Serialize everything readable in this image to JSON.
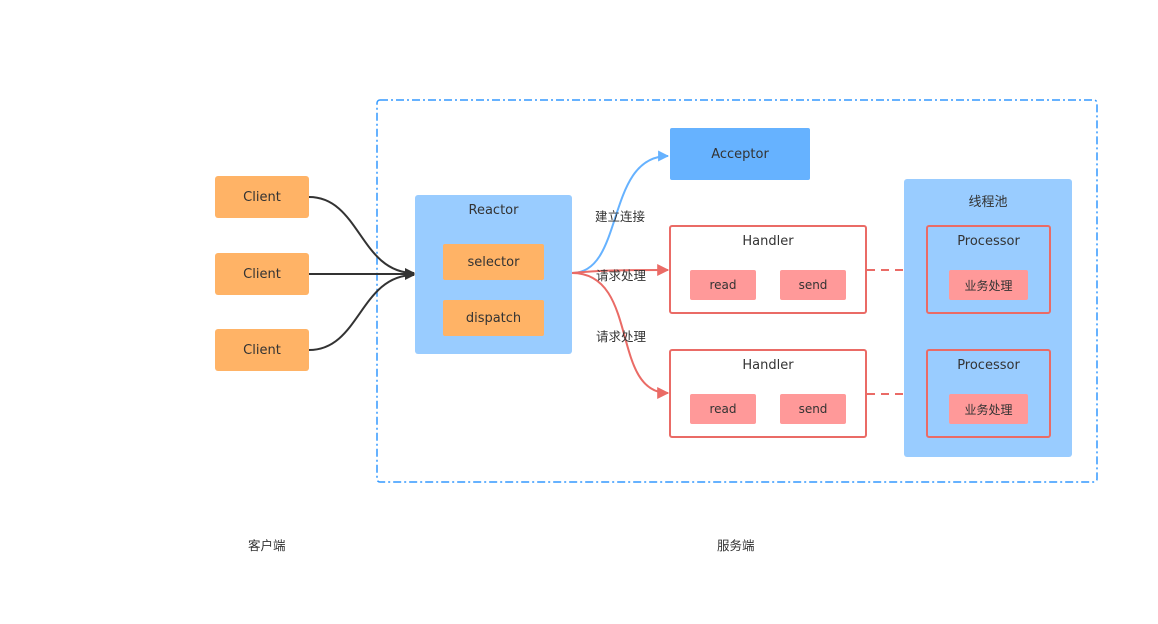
{
  "diagram": {
    "clients": [
      "Client",
      "Client",
      "Client"
    ],
    "reactor": {
      "title": "Reactor",
      "selector": "selector",
      "dispatch": "dispatch"
    },
    "acceptor": "Acceptor",
    "edges": {
      "connect": "建立连接",
      "request_1": "请求处理",
      "request_2": "请求处理"
    },
    "handlers": [
      {
        "title": "Handler",
        "read": "read",
        "send": "send"
      },
      {
        "title": "Handler",
        "read": "read",
        "send": "send"
      }
    ],
    "thread_pool": {
      "title": "线程池",
      "processors": [
        {
          "title": "Processor",
          "task": "业务处理"
        },
        {
          "title": "Processor",
          "task": "业务处理"
        }
      ]
    },
    "captions": {
      "client_side": "客户端",
      "server_side": "服务端"
    }
  },
  "colors": {
    "client": "#ffb366",
    "reactor": "#99ccff",
    "acceptor": "#66b2ff",
    "handler_border": "#ea6b66",
    "handler_item": "#ff9999",
    "server_boundary": "#3399ff",
    "accept_line": "#66b2ff",
    "request_line": "#ea6b66",
    "client_line": "#333333"
  }
}
